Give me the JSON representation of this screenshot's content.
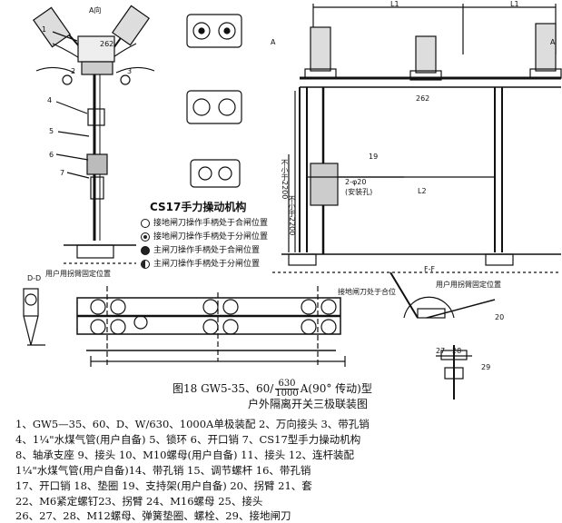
{
  "legend": {
    "title": "CS17手力操动机构",
    "items": [
      "接地闸刀操作手柄处于合闸位置",
      "接地闸刀操作手柄处于分闸位置",
      "主闸刀操作手柄处于合闸位置",
      "主闸刀操作手柄处于分闸位置"
    ]
  },
  "caption": {
    "prefix": "图18 GW5-35、60/",
    "frac_num": "630",
    "frac_den": "1000",
    "suffix": "A(90° 传动)型",
    "line2": "户外隔离开关三极联装图"
  },
  "parts_list": [
    "1、GW5—35、60、D、W/630、1000A单极装配 2、万向接头 3、带孔销",
    "4、1¼\"水煤气管(用户自备) 5、锁环 6、开口销 7、CS17型手力操动机构",
    "8、轴承支座 9、接头 10、M10螺母(用户自备) 11、接头 12、连杆装配",
    "1¼\"水煤气管(用户自备)14、带孔销 15、调节螺杆 16、带孔销",
    "17、开口销 18、垫圈 19、支持架(用户自备) 20、拐臂 21、套",
    "22、M6紧定螺钉23、拐臂 24、M16螺母 25、接头",
    "26、27、28、M12螺母、弹簧垫圈、螺栓、29、接地闸刀"
  ],
  "labels": {
    "a_dir": "A向",
    "d262": "262",
    "dim_l1_top": "L1",
    "dim_l1": "L1",
    "dim_a": "A",
    "dim_l2": "L2",
    "dim_a_right": "A",
    "dim_262_right": "262",
    "phi20": "2-φ20",
    "install_hole": "(安装孔)",
    "min_2200": "不小于2200",
    "min_2200b": "不小于2200",
    "f_f": "F-F",
    "view_dd": "D-D",
    "ground_knife": "接地闸刀处于合位",
    "user_fix": "用户用拐臂固定位置",
    "user_fix2": "用户用拐臂固定位置",
    "n1": "1",
    "n2": "2",
    "n3": "3",
    "n4": "4",
    "n5": "5",
    "n6": "6",
    "n7": "7",
    "n19": "19",
    "n20": "20",
    "n27": "27",
    "n28": "28",
    "n29": "29"
  }
}
